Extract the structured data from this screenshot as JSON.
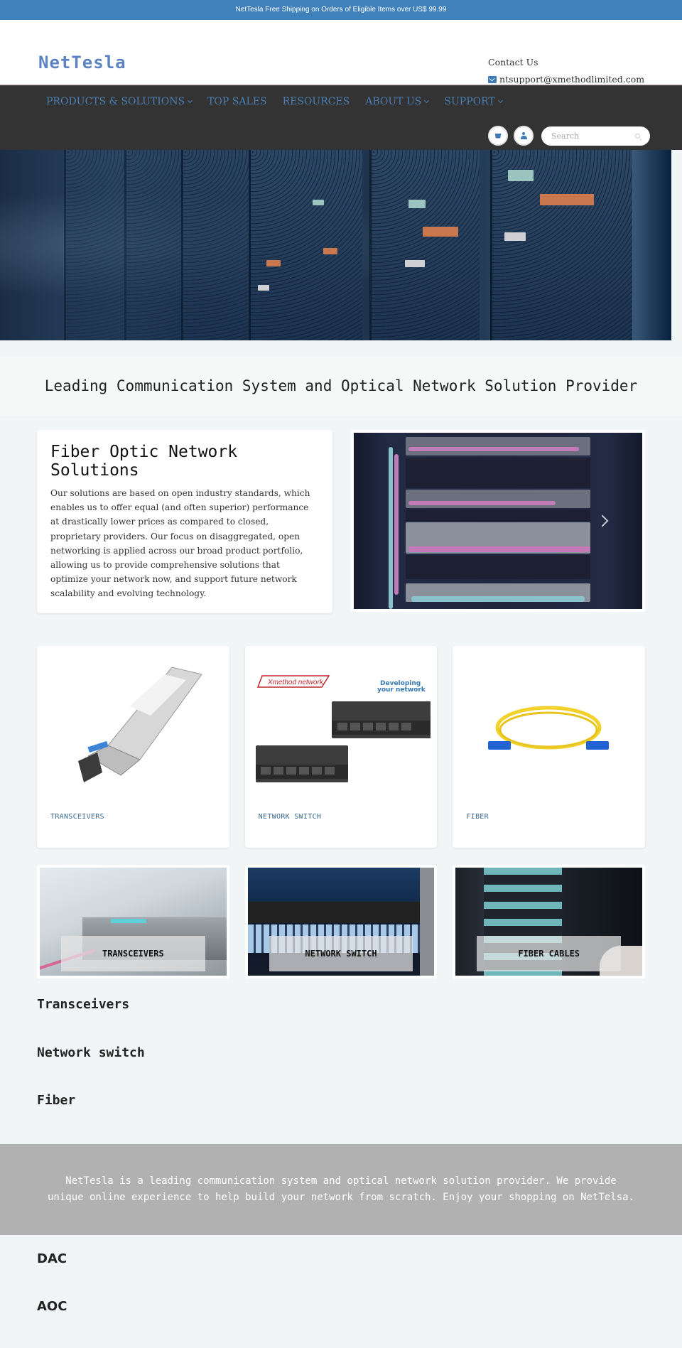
{
  "announcement": {
    "text": "NetTesla Free Shipping on Orders of Eligible Items over US$ 99.99"
  },
  "header": {
    "logo_text": "NetTesla",
    "contact_title": "Contact Us",
    "contact_email": "ntsupport@xmethodlimited.com",
    "mail_icon": "envelope-icon"
  },
  "nav": {
    "items": [
      {
        "label": "PRODUCTS & SOLUTIONS",
        "has_dropdown": true
      },
      {
        "label": "TOP SALES",
        "has_dropdown": false
      },
      {
        "label": "RESOURCES",
        "has_dropdown": false
      },
      {
        "label": "ABOUT US",
        "has_dropdown": true
      },
      {
        "label": "SUPPORT",
        "has_dropdown": true
      }
    ],
    "cart_icon": "cart-icon",
    "account_icon": "user-icon",
    "search_placeholder": "Search",
    "search_value": ""
  },
  "hero": {
    "alt": "Data center server racks"
  },
  "tagline": "Leading Communication System and Optical Network Solution Provider",
  "intro": {
    "title": "Fiber Optic Network Solutions",
    "body": "Our solutions are based on open industry standards, which enables us to offer equal (and often superior) performance at drastically lower prices as compared to closed, proprietary providers. Our focus on disaggregated, open networking is applied across our broad product portfolio, allowing us to provide comprehensive solutions that optimize your network now, and support future network scalability and evolving technology.",
    "slider_next_icon": "chevron-right-icon"
  },
  "products": [
    {
      "label": "TRANSCEIVERS",
      "image": "sfp-transceiver"
    },
    {
      "label": "NETWORK SWITCH",
      "image": "network-switch",
      "brand_text": "Xmethod network",
      "slogan": "Developing your network"
    },
    {
      "label": "FIBER",
      "image": "fiber-patch-cable"
    }
  ],
  "banners": [
    {
      "label": "TRANSCEIVERS"
    },
    {
      "label": "NETWORK SWITCH"
    },
    {
      "label": "FIBER CABLES"
    }
  ],
  "categories": [
    {
      "label": "Transceivers"
    },
    {
      "label": "Network switch"
    },
    {
      "label": "Fiber"
    }
  ],
  "about": {
    "text": "NetTesla is a leading communication system and optical network solution provider. We provide unique online experience to help build your network from scratch.  Enjoy your shopping on NetTelsa."
  },
  "categories_more": [
    {
      "label": "DAC"
    },
    {
      "label": "AOC"
    }
  ],
  "colors": {
    "brand_blue": "#4081bb",
    "nav_bg": "#333333",
    "nav_link": "#4a7fb5",
    "page_bg": "#f2f5f6",
    "about_bg": "#b1b1b1",
    "product_label": "#3a6a94"
  }
}
